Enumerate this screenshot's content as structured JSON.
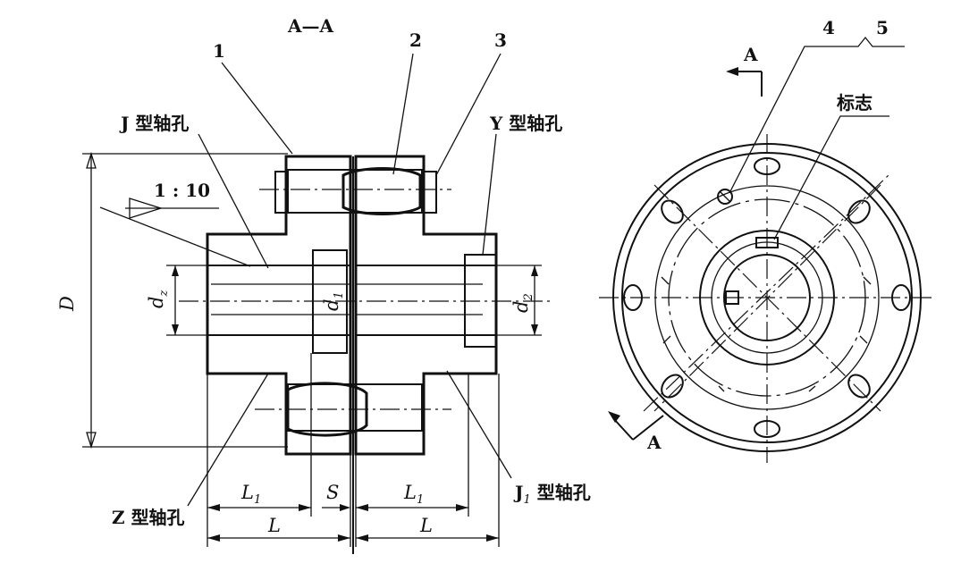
{
  "section_title": "A—A",
  "part_numbers": {
    "p1": "1",
    "p2": "2",
    "p3": "3",
    "p4": "4",
    "p5": "5"
  },
  "hole_types": {
    "j": "J 型轴孔",
    "y": "Y 型轴孔",
    "z": "Z 型轴孔",
    "j1_letter": "J",
    "j1_sub": "1",
    "j1_rest": " 型轴孔"
  },
  "taper": "1 : 10",
  "dims": {
    "D": "D",
    "d_letter": "d",
    "d1_sub": "1",
    "d2_sub": "2",
    "dz_sub": "z",
    "L": "L",
    "L1_letter": "L",
    "L1_sub": "1",
    "S": "S"
  },
  "side_view": {
    "section_letter_top": "A",
    "section_letter_bottom": "A",
    "mark": "标志"
  }
}
